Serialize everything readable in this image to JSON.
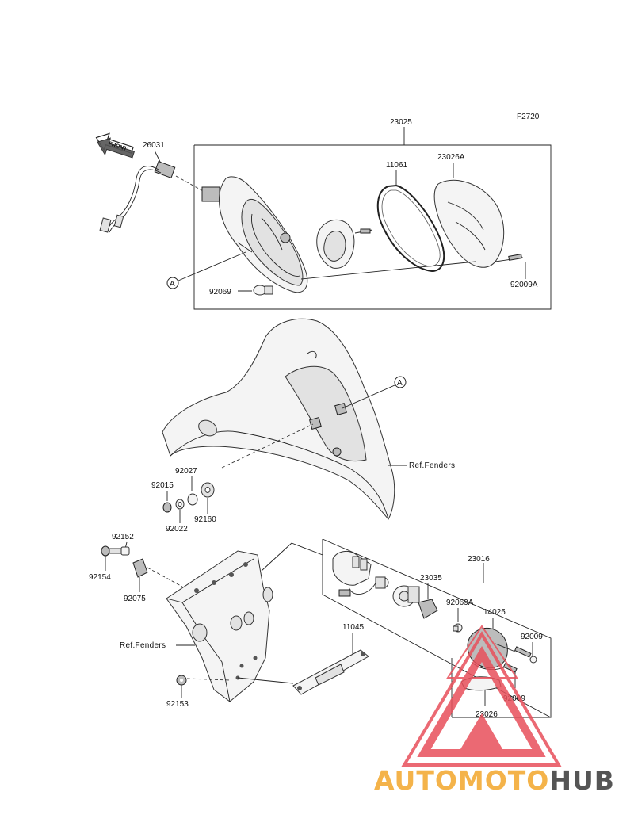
{
  "diagram_code": "F2720",
  "callouts": {
    "p23025": "23025",
    "p26031": "26031",
    "p11061": "11061",
    "p23026A": "23026A",
    "p92069": "92069",
    "p92009A": "92009A",
    "ref_a_top": "A",
    "ref_a_mid": "A",
    "p92027": "92027",
    "p92015": "92015",
    "p92022": "92022",
    "p92160": "92160",
    "p92152": "92152",
    "p92154": "92154",
    "p92075": "92075",
    "p23016": "23016",
    "p23035": "23035",
    "p92069A": "92069A",
    "p14025": "14025",
    "p92009_a": "92009",
    "p92009_b": "92009",
    "p23026": "23026",
    "p11045": "11045",
    "p92153": "92153"
  },
  "refs": {
    "fenders_1": "Ref.Fenders",
    "fenders_2": "Ref.Fenders"
  },
  "front_arrow": "FRONT",
  "watermark": {
    "part1": "AUTOMOTO",
    "part2": "HUB",
    "color_primary": "#f4b34a",
    "color_secondary": "#555555",
    "triangle_color": "#e8505b"
  }
}
